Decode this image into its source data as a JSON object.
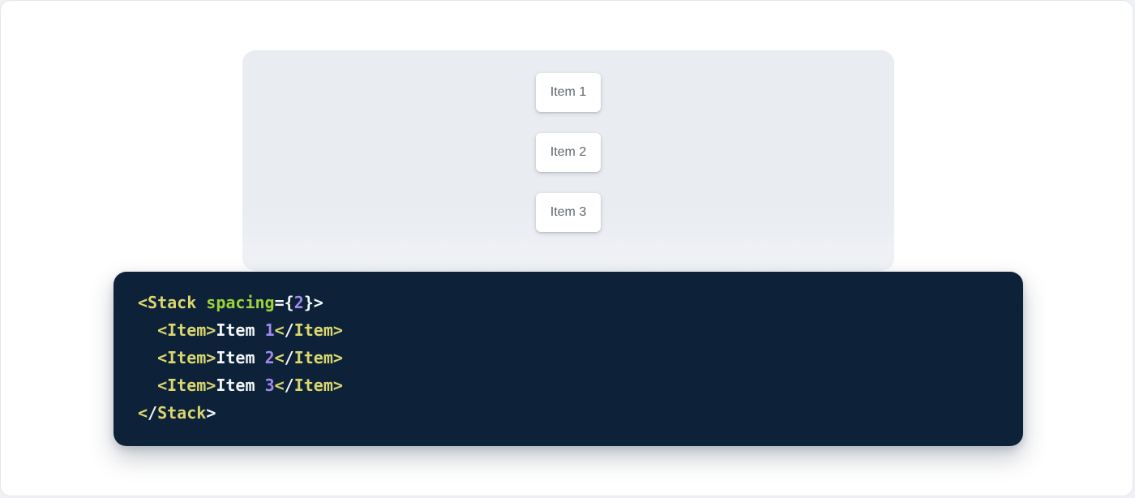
{
  "colors": {
    "outer_background": "#eff1f4",
    "page_background": "#ffffff",
    "panel_background": "#e9ecf1",
    "card_background": "#ffffff",
    "card_text": "#5f676d",
    "code_background": "#0d2239"
  },
  "demo": {
    "items": [
      {
        "label": "Item 1"
      },
      {
        "label": "Item 2"
      },
      {
        "label": "Item 3"
      }
    ]
  },
  "code": {
    "colors": {
      "tag": "#dbd66e",
      "attr": "#9dd43a",
      "num": "#a289ef",
      "plain": "#f4f6f8",
      "background": "#0d2239"
    },
    "lines": [
      [
        {
          "c": "tag",
          "t": "<Stack "
        },
        {
          "c": "attr",
          "t": "spacing"
        },
        {
          "c": "plain",
          "t": "={"
        },
        {
          "c": "num",
          "t": "2"
        },
        {
          "c": "plain",
          "t": "}>"
        }
      ],
      [
        {
          "c": "plain",
          "t": "  "
        },
        {
          "c": "tag",
          "t": "<Item>"
        },
        {
          "c": "plain",
          "t": "Item "
        },
        {
          "c": "num",
          "t": "1"
        },
        {
          "c": "tag",
          "t": "<"
        },
        {
          "c": "plain",
          "t": "/"
        },
        {
          "c": "tag",
          "t": "Item>"
        }
      ],
      [
        {
          "c": "plain",
          "t": "  "
        },
        {
          "c": "tag",
          "t": "<Item>"
        },
        {
          "c": "plain",
          "t": "Item "
        },
        {
          "c": "num",
          "t": "2"
        },
        {
          "c": "tag",
          "t": "<"
        },
        {
          "c": "plain",
          "t": "/"
        },
        {
          "c": "tag",
          "t": "Item>"
        }
      ],
      [
        {
          "c": "plain",
          "t": "  "
        },
        {
          "c": "tag",
          "t": "<Item>"
        },
        {
          "c": "plain",
          "t": "Item "
        },
        {
          "c": "num",
          "t": "3"
        },
        {
          "c": "tag",
          "t": "<"
        },
        {
          "c": "plain",
          "t": "/"
        },
        {
          "c": "tag",
          "t": "Item>"
        }
      ],
      [
        {
          "c": "tag",
          "t": "<"
        },
        {
          "c": "plain",
          "t": "/"
        },
        {
          "c": "tag",
          "t": "Stack"
        },
        {
          "c": "plain",
          "t": ">"
        }
      ]
    ]
  }
}
